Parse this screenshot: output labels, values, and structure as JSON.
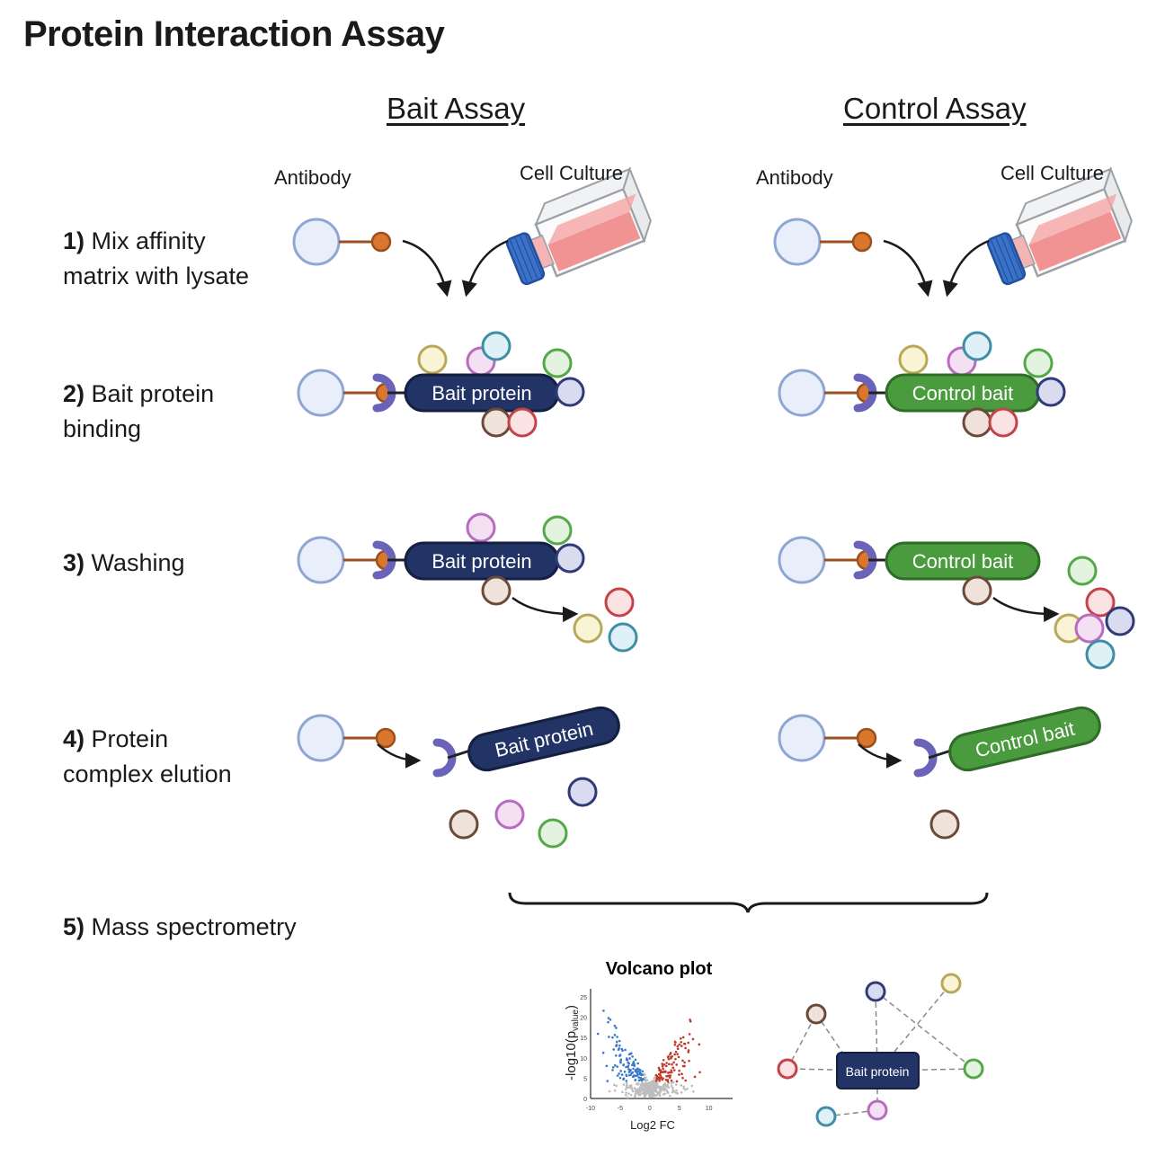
{
  "title": "Protein Interaction Assay",
  "assays": {
    "bait": {
      "header": "Bait Assay",
      "antibody_label": "Antibody",
      "culture_label": "Cell Culture",
      "protein_label": "Bait protein",
      "protein_color": "#223366"
    },
    "control": {
      "header": "Control Assay",
      "antibody_label": "Antibody",
      "culture_label": "Cell Culture",
      "protein_label": "Control bait",
      "protein_color": "#4a9a3e"
    }
  },
  "steps": [
    {
      "num": "1)",
      "line1": "Mix affinity",
      "line2": "matrix with lysate"
    },
    {
      "num": "2)",
      "line1": "Bait protein",
      "line2": "binding"
    },
    {
      "num": "3)",
      "line1": "Washing",
      "line2": ""
    },
    {
      "num": "4)",
      "line1": "Protein",
      "line2": "complex elution"
    },
    {
      "num": "5)",
      "line1": "Mass spectrometry",
      "line2": ""
    }
  ],
  "volcano": {
    "title": "Volcano plot",
    "xlabel": "Log2 FC",
    "ylabel": "-log10(p",
    "ylabel_sub": "value",
    "ylabel_close": ")",
    "x_ticks": [
      "-10",
      "-5",
      "0",
      "5",
      "10"
    ],
    "y_ticks": [
      "0",
      "5",
      "10",
      "15",
      "20",
      "25"
    ]
  },
  "network": {
    "center_label": "Bait protein"
  },
  "colors": {
    "bead_fill": "#e8effb",
    "bead_stroke": "#8fa6d4",
    "ball_fill": "#d9772f",
    "ball_stroke": "#9c4f1c",
    "antibody": "#6a63b8",
    "bait_fill": "#223366",
    "bait_stroke": "#141f42",
    "control_fill": "#4a9a3e",
    "control_stroke": "#2e6c28",
    "flask_liquid": "#f08080",
    "flask_cap": "#3a72c9",
    "up_points": "#c0392b",
    "down_points": "#3a78c8",
    "ns_points": "#bdbdbd"
  }
}
